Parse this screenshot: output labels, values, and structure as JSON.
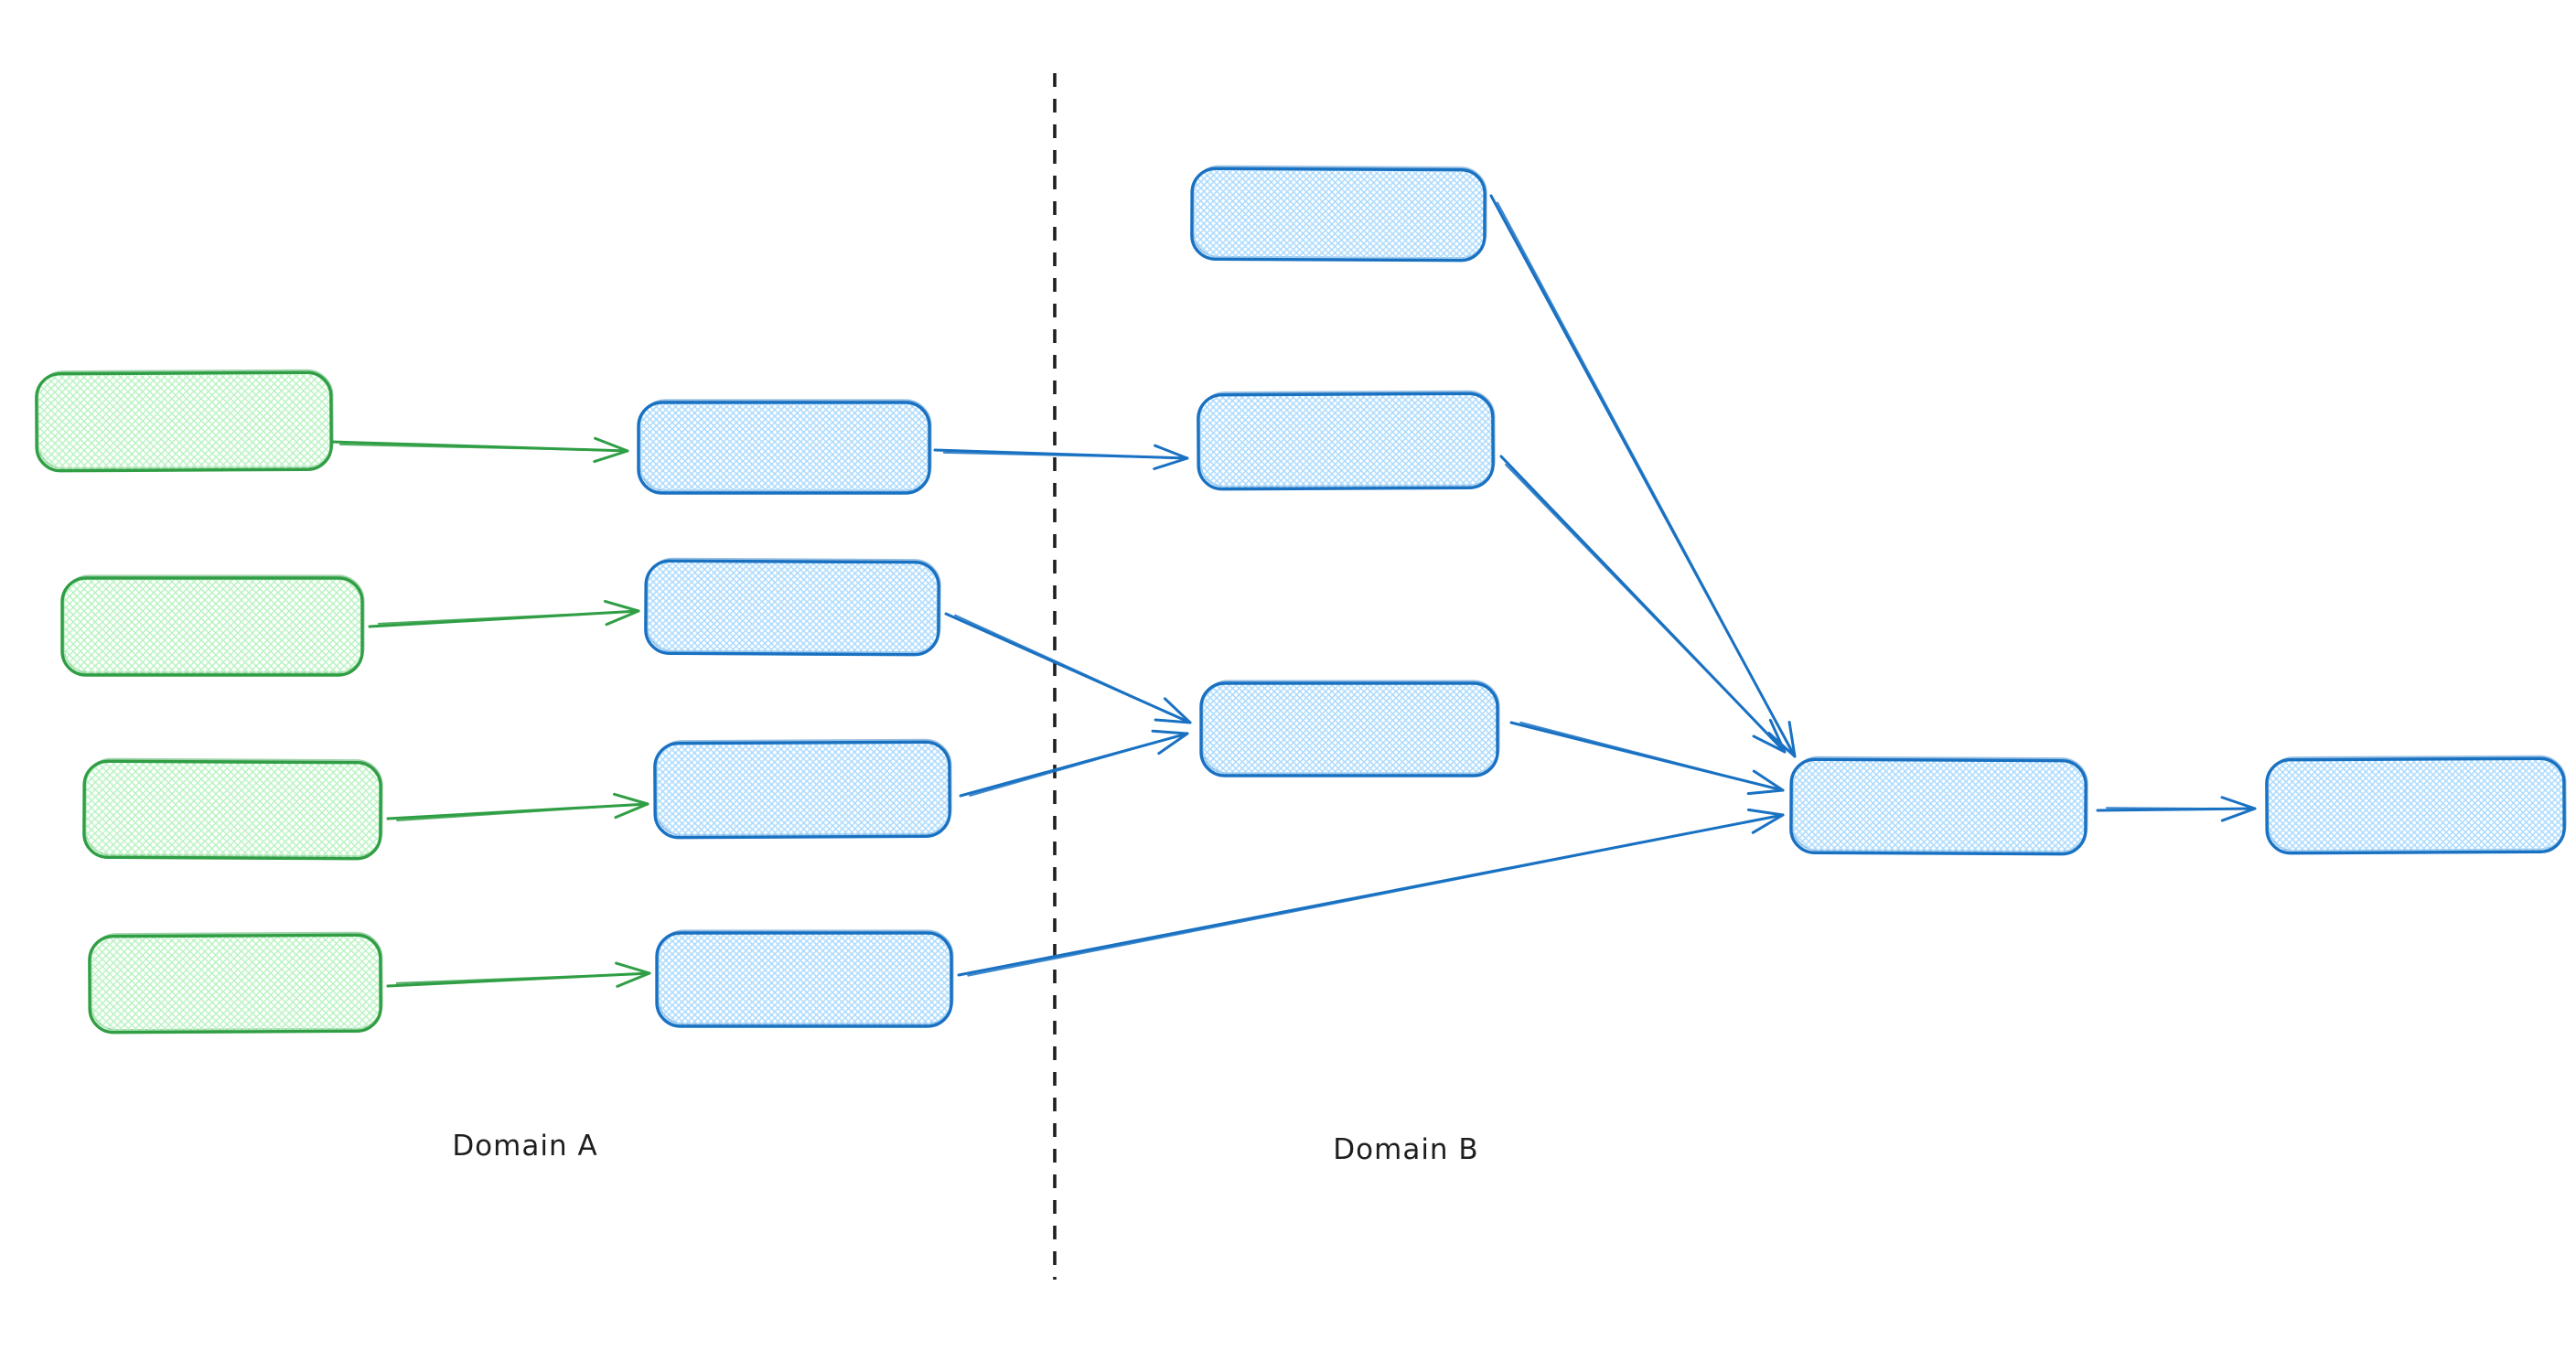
{
  "diagram": {
    "labels": {
      "domain_a": "Domain A",
      "domain_b": "Domain B"
    },
    "colors": {
      "green_stroke": "#2f9e44",
      "green_fill": "#b2f2bb",
      "blue_stroke": "#1971c2",
      "blue_fill": "#a5d8ff",
      "divider": "#1e1e1e",
      "label_text": "#1e1e1e",
      "canvas_bg": "#ffffff"
    },
    "nodes": [
      {
        "id": "a-src-1",
        "domain": "A",
        "color": "green",
        "label": ""
      },
      {
        "id": "a-src-2",
        "domain": "A",
        "color": "green",
        "label": ""
      },
      {
        "id": "a-src-3",
        "domain": "A",
        "color": "green",
        "label": ""
      },
      {
        "id": "a-src-4",
        "domain": "A",
        "color": "green",
        "label": ""
      },
      {
        "id": "a-mid-1",
        "domain": "A",
        "color": "blue",
        "label": ""
      },
      {
        "id": "a-mid-2",
        "domain": "A",
        "color": "blue",
        "label": ""
      },
      {
        "id": "a-mid-3",
        "domain": "A",
        "color": "blue",
        "label": ""
      },
      {
        "id": "a-mid-4",
        "domain": "A",
        "color": "blue",
        "label": ""
      },
      {
        "id": "b-top-1",
        "domain": "B",
        "color": "blue",
        "label": ""
      },
      {
        "id": "b-top-2",
        "domain": "B",
        "color": "blue",
        "label": ""
      },
      {
        "id": "b-mid",
        "domain": "B",
        "color": "blue",
        "label": ""
      },
      {
        "id": "b-hub",
        "domain": "B",
        "color": "blue",
        "label": ""
      },
      {
        "id": "b-final",
        "domain": "B",
        "color": "blue",
        "label": ""
      }
    ],
    "edges": [
      {
        "id": "e1",
        "from": "a-src-1",
        "to": "a-mid-1",
        "color": "green"
      },
      {
        "id": "e2",
        "from": "a-src-2",
        "to": "a-mid-2",
        "color": "green"
      },
      {
        "id": "e3",
        "from": "a-src-3",
        "to": "a-mid-3",
        "color": "green"
      },
      {
        "id": "e4",
        "from": "a-src-4",
        "to": "a-mid-4",
        "color": "green"
      },
      {
        "id": "e5",
        "from": "a-mid-1",
        "to": "b-top-2",
        "color": "blue"
      },
      {
        "id": "e6",
        "from": "a-mid-2",
        "to": "b-mid",
        "color": "blue"
      },
      {
        "id": "e7",
        "from": "a-mid-3",
        "to": "b-mid",
        "color": "blue"
      },
      {
        "id": "e8",
        "from": "b-top-1",
        "to": "b-hub",
        "color": "blue"
      },
      {
        "id": "e9",
        "from": "b-top-2",
        "to": "b-hub",
        "color": "blue"
      },
      {
        "id": "e10",
        "from": "b-mid",
        "to": "b-hub",
        "color": "blue"
      },
      {
        "id": "e11",
        "from": "a-mid-4",
        "to": "b-hub",
        "color": "blue"
      },
      {
        "id": "e12",
        "from": "b-hub",
        "to": "b-final",
        "color": "blue"
      }
    ],
    "divider": {
      "style": "dashed",
      "orientation": "vertical"
    }
  }
}
